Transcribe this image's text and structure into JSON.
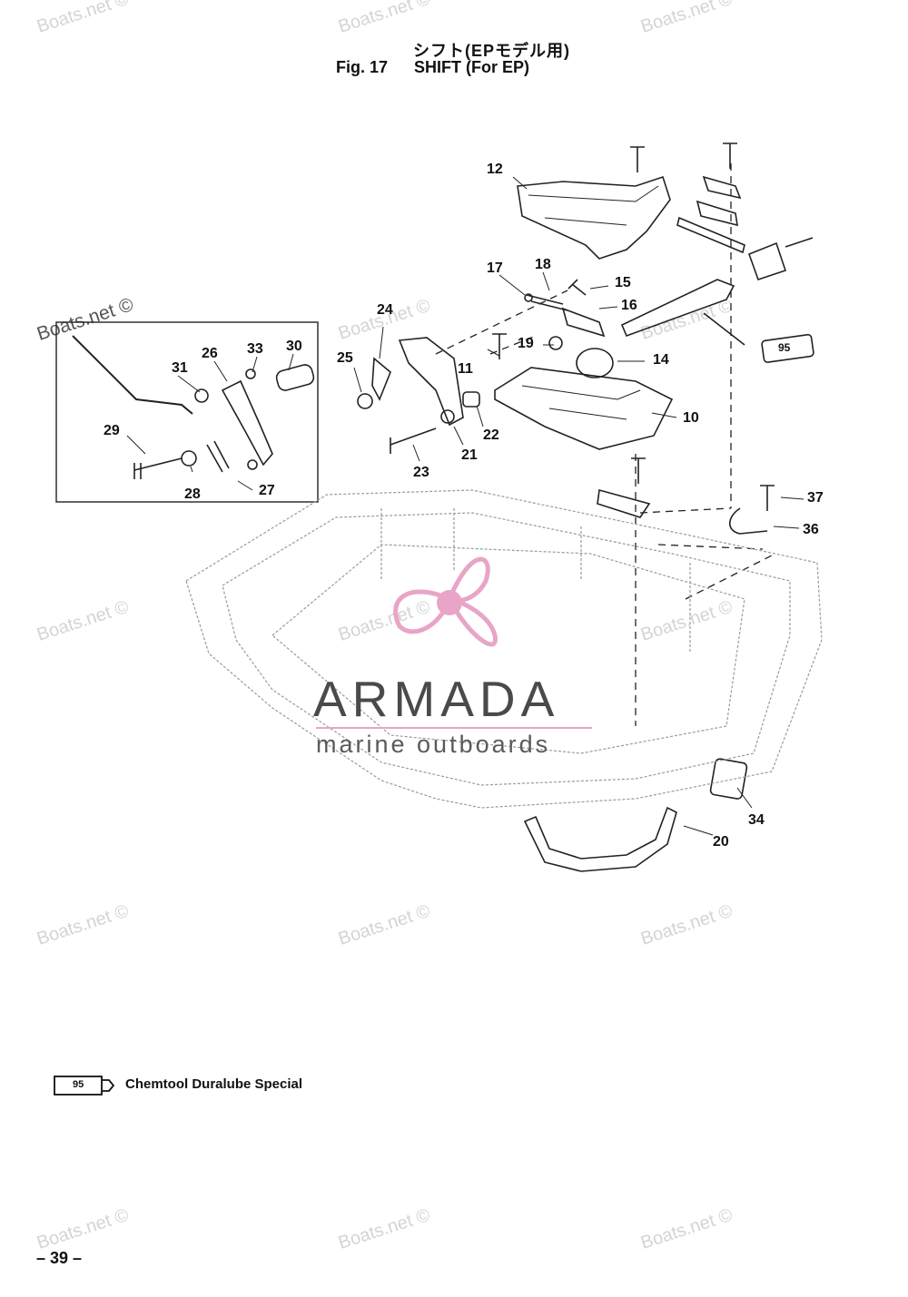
{
  "header": {
    "title_jp": "シフト(EPモデル用)",
    "fig_label": "Fig. 17",
    "fig_title": "SHIFT (For EP)"
  },
  "watermark": "Boats.net ©",
  "brand": {
    "name": "ARMADA",
    "tagline": "marine outboards",
    "accent": "#e8a5c8",
    "text_color": "#4a4a4a"
  },
  "callouts": [
    "12",
    "17",
    "18",
    "15",
    "16",
    "14",
    "10",
    "11",
    "19",
    "24",
    "25",
    "22",
    "21",
    "23",
    "26",
    "33",
    "30",
    "31",
    "29",
    "28",
    "27",
    "37",
    "36",
    "34",
    "20"
  ],
  "tube_label": "95",
  "legend": {
    "tube_label": "95",
    "text": "Chemtool Duralube Special"
  },
  "page_number": "– 39 –"
}
